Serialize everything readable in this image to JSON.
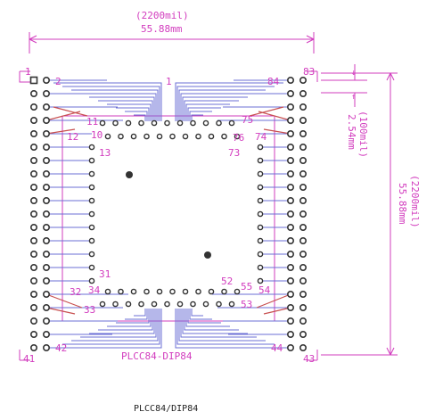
{
  "dimensions": {
    "width_mil": "(2200mil)",
    "width_mm": "55.88mm",
    "height_mil": "(2200mil)",
    "height_mm": "55.88mm",
    "pitch_mil": "(100mil)",
    "pitch_mm": "2.54mm",
    "arrow_glyph": "↓",
    "arrow_glyph_up": "↑"
  },
  "board": {
    "label": "PLCC84-DIP84",
    "caption": "PLCC84/DIP84"
  },
  "dip_pins": {
    "pin1": "1",
    "pin2": "2",
    "pin41": "41",
    "pin42": "42",
    "pin43": "43",
    "pin44": "44",
    "pin83": "83",
    "pin84": "84"
  },
  "plcc_pins": {
    "p1": "1",
    "p11": "11",
    "p12": "12",
    "p13": "13",
    "p10": "10",
    "p31": "31",
    "p32": "32",
    "p33": "33",
    "p34": "34",
    "p52": "52",
    "p53": "53",
    "p54": "54",
    "p55": "55",
    "p73": "73",
    "p74": "74",
    "p75": "75",
    "p76": "76"
  },
  "colors": {
    "trace": "#6b6fd6",
    "pad_trace": "#c85050",
    "silk": "#d23cbe",
    "pad": "#333333"
  }
}
